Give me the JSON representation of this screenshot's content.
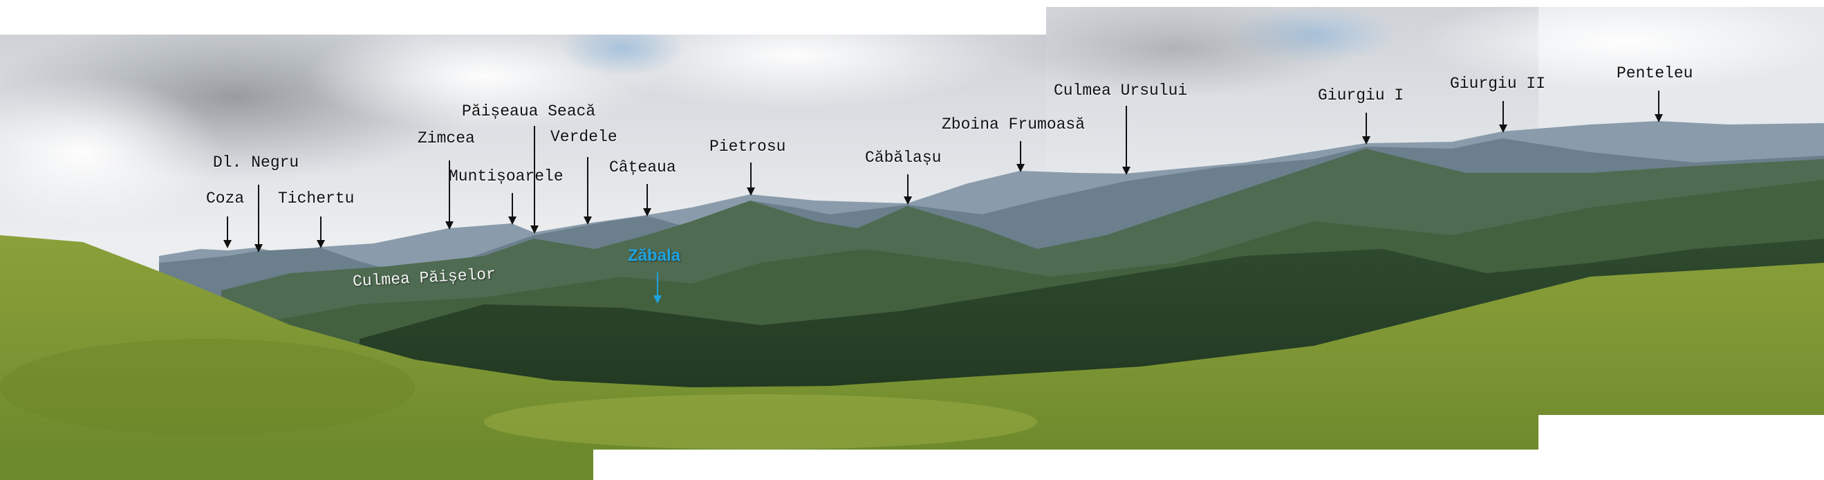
{
  "colors": {
    "sky": "#e9ebee",
    "far_ridge": "#7f93a3",
    "mid_ridge": "#4d6a55",
    "forest": "#2e4a2c",
    "meadow": "#8ea23c",
    "label": "#111111",
    "zabala": "#1fa3e0"
  },
  "labels": {
    "coza": "Coza",
    "dl_negru": "Dl. Negru",
    "tichertu": "Tichertu",
    "zimcea": "Zimcea",
    "muntisoarele": "Muntișoarele",
    "paiseaua_seaca": "Păișeaua Seacă",
    "verdele": "Verdele",
    "cateaua": "Câțeaua",
    "pietrosu": "Pietrosu",
    "cabalasu": "Căbălașu",
    "zboina_frumoasa": "Zboina Frumoasă",
    "culmea_ursului": "Culmea Ursului",
    "giurgiu_1": "Giurgiu I",
    "giurgiu_2": "Giurgiu II",
    "penteleu": "Penteleu",
    "culmea_paiselor": "Culmea Păișelor",
    "zabala": "Zăbala"
  }
}
